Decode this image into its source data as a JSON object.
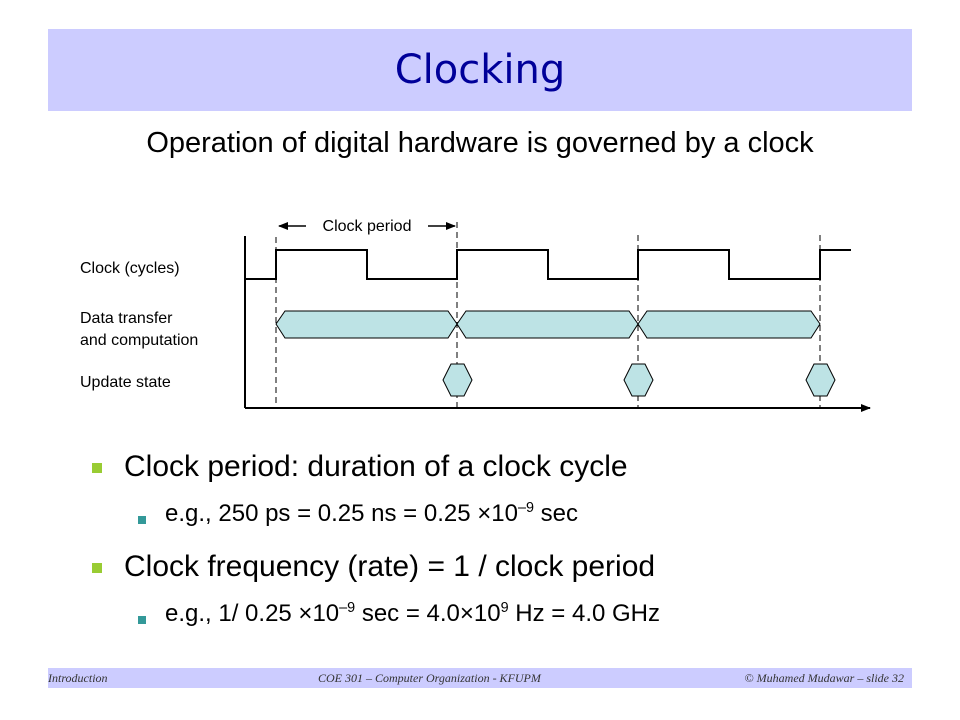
{
  "header": {
    "title": "Clocking"
  },
  "subtitle": "Operation of digital hardware is governed by a clock",
  "diagram": {
    "clock_period_label": "Clock period",
    "row_labels": {
      "clock": "Clock (cycles)",
      "data_1": "Data transfer",
      "data_2": "and computation",
      "update": "Update state"
    },
    "colors": {
      "waveform": "#000000",
      "shape_fill": "#bde3e5",
      "title_bg": "#ccccff",
      "title_text": "#000099"
    }
  },
  "bullets": [
    {
      "text": "Clock period: duration of a clock cycle",
      "sub": {
        "pre": "e.g., 250 ps = 0.25 ns = 0.25 ×10",
        "sup": "–9",
        "post": " sec"
      }
    },
    {
      "text": "Clock frequency (rate) = 1 / clock period",
      "sub": {
        "pre": "e.g., 1/ 0.25 ×10",
        "sup": "–9",
        "mid": " sec = 4.0×10",
        "sup2": "9",
        "post": " Hz = 4.0 GHz"
      }
    }
  ],
  "footer": {
    "left": "Introduction",
    "center": "COE 301 – Computer Organization - KFUPM",
    "right": "© Muhamed Mudawar – slide 32"
  }
}
